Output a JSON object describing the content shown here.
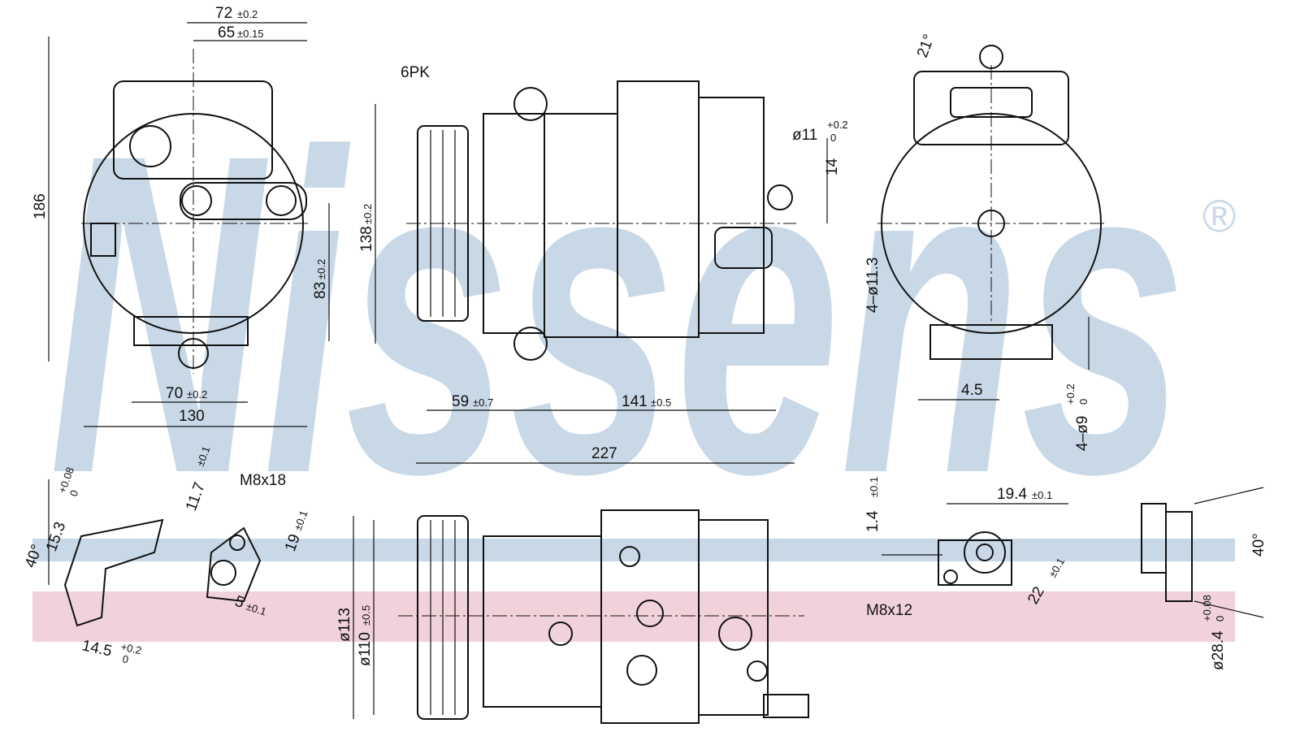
{
  "watermark": {
    "brand": "Nissens",
    "registered": "®",
    "color": "#c9d8e6"
  },
  "bands": {
    "blue": "#c9d8e6",
    "pink": "#f1d2da"
  },
  "front_view": {
    "width_top": "72",
    "width_top_tol": "±0.2",
    "width_inner": "65",
    "width_inner_tol": "±0.15",
    "height": "186",
    "height_mount": "83",
    "height_mount_tol": "±0.2",
    "base": "70",
    "base_tol": "±0.2",
    "total_width": "130"
  },
  "side_view": {
    "belt": "6PK",
    "height": "138",
    "height_tol": "±0.2",
    "pulley_offset": "59",
    "pulley_offset_tol": "±0.7",
    "body_length": "141",
    "body_length_tol": "±0.5",
    "port_dia": "ø11",
    "port_tol_up": "+0.2",
    "port_tol_low": "0",
    "port_height": "14"
  },
  "rear_view": {
    "angle": "21°",
    "holes": "4–ø11.3",
    "offset": "4.5",
    "holes2": "4–ø9",
    "holes2_tol_up": "+0.2",
    "holes2_tol_low": "0"
  },
  "bottom_view": {
    "length": "227",
    "pulley_dia": "ø113",
    "pulley_dia2": "ø110",
    "pulley_dia2_tol": "±0.5"
  },
  "detail_left": {
    "angle": "40°",
    "d1": "15.3",
    "d1_up": "+0.08",
    "d1_low": "0",
    "d2": "14.5",
    "d2_up": "+0.2",
    "d2_low": "0"
  },
  "detail_mid": {
    "d1": "11.7",
    "d1_tol": "±0.1",
    "thread": "M8x18",
    "d2": "19",
    "d2_tol": "±0.1",
    "d3": "5",
    "d3_tol": "±0.1"
  },
  "detail_right": {
    "d1": "1.4",
    "d1_tol": "±0.1",
    "d2": "19.4",
    "d2_tol": "±0.1",
    "thread": "M8x12",
    "d3": "22",
    "d3_tol": "±0.1"
  },
  "detail_far_right": {
    "angle": "40°",
    "dia": "ø28.4",
    "dia_up": "+0.08",
    "dia_low": "0"
  }
}
